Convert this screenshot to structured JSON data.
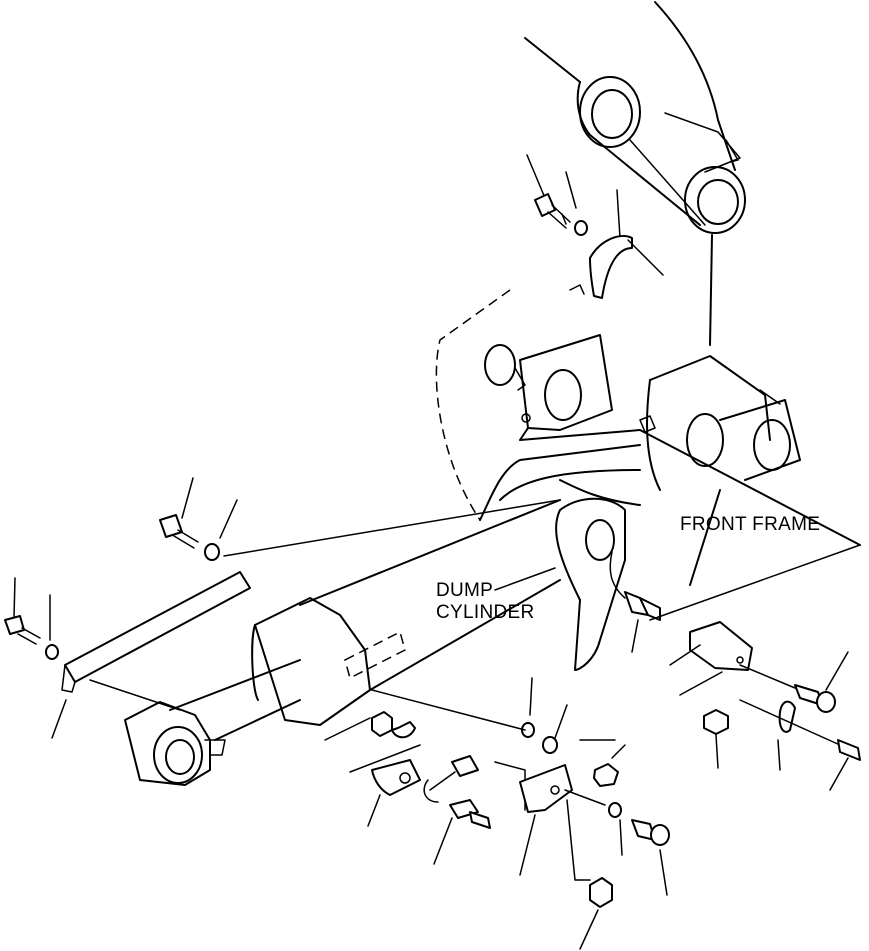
{
  "labels": {
    "front_frame": "FRONT FRAME",
    "dump_cylinder_line1": "DUMP",
    "dump_cylinder_line2": "CYLINDER"
  },
  "colors": {
    "line": "#000000",
    "background": "#ffffff"
  }
}
